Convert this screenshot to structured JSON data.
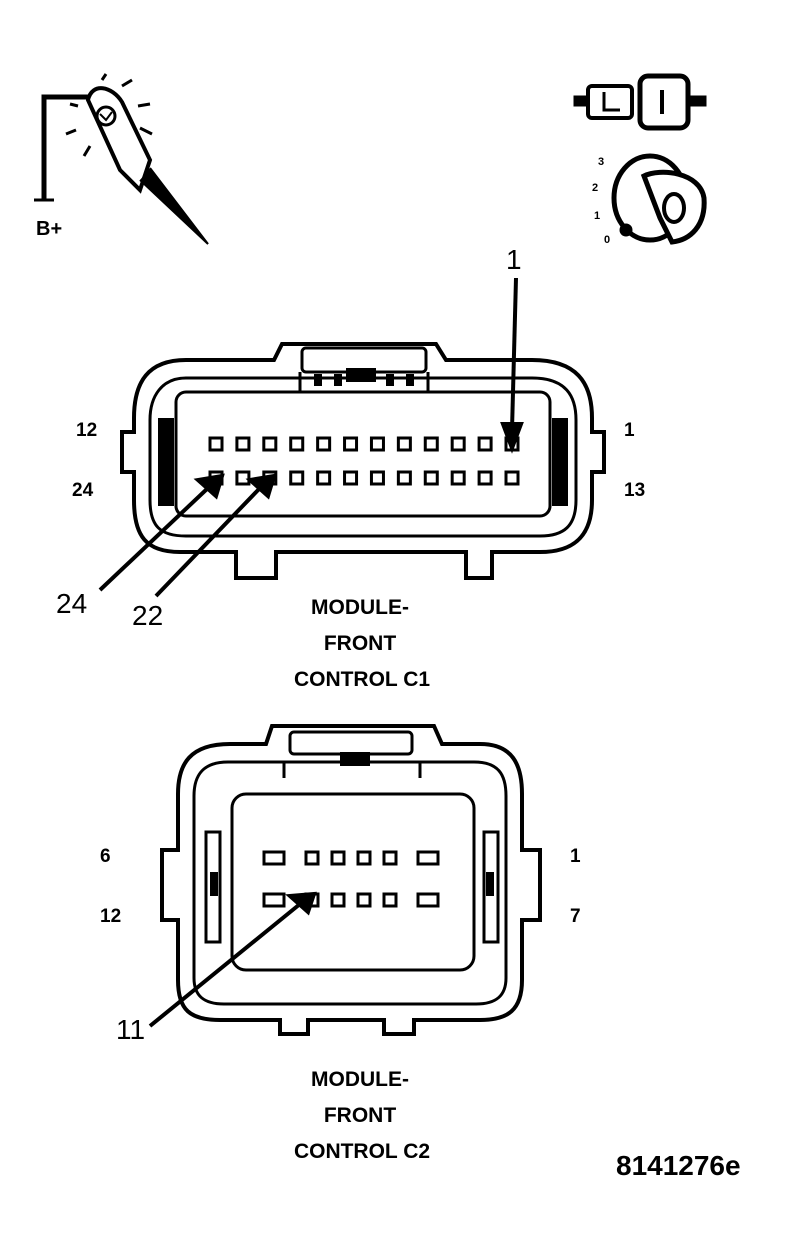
{
  "icons": {
    "probe": {
      "name": "test-light-probe-icon",
      "label": "B+"
    },
    "ignition": {
      "name": "ignition-key-icon",
      "positions": [
        "3",
        "2",
        "1",
        "0"
      ],
      "key_glyph": "O"
    },
    "fuse": {
      "name": "fuse-icon"
    }
  },
  "connector_c1": {
    "caption": [
      "MODULE-",
      "FRONT",
      "CONTROL C1"
    ],
    "top_row_pins": 12,
    "bottom_row_pins": 12,
    "side_labels": {
      "top_left": "12",
      "bottom_left": "24",
      "top_right": "1",
      "bottom_right": "13"
    },
    "callouts": {
      "pin_1": "1",
      "pin_24": "24",
      "pin_22": "22"
    }
  },
  "connector_c2": {
    "caption": [
      "MODULE-",
      "FRONT",
      "CONTROL C2"
    ],
    "top_row_pins": 6,
    "bottom_row_pins": 6,
    "side_labels": {
      "top_left": "6",
      "bottom_left": "12",
      "top_right": "1",
      "bottom_right": "7"
    },
    "callouts": {
      "pin_11": "11"
    }
  },
  "figure_id": "8141276e"
}
